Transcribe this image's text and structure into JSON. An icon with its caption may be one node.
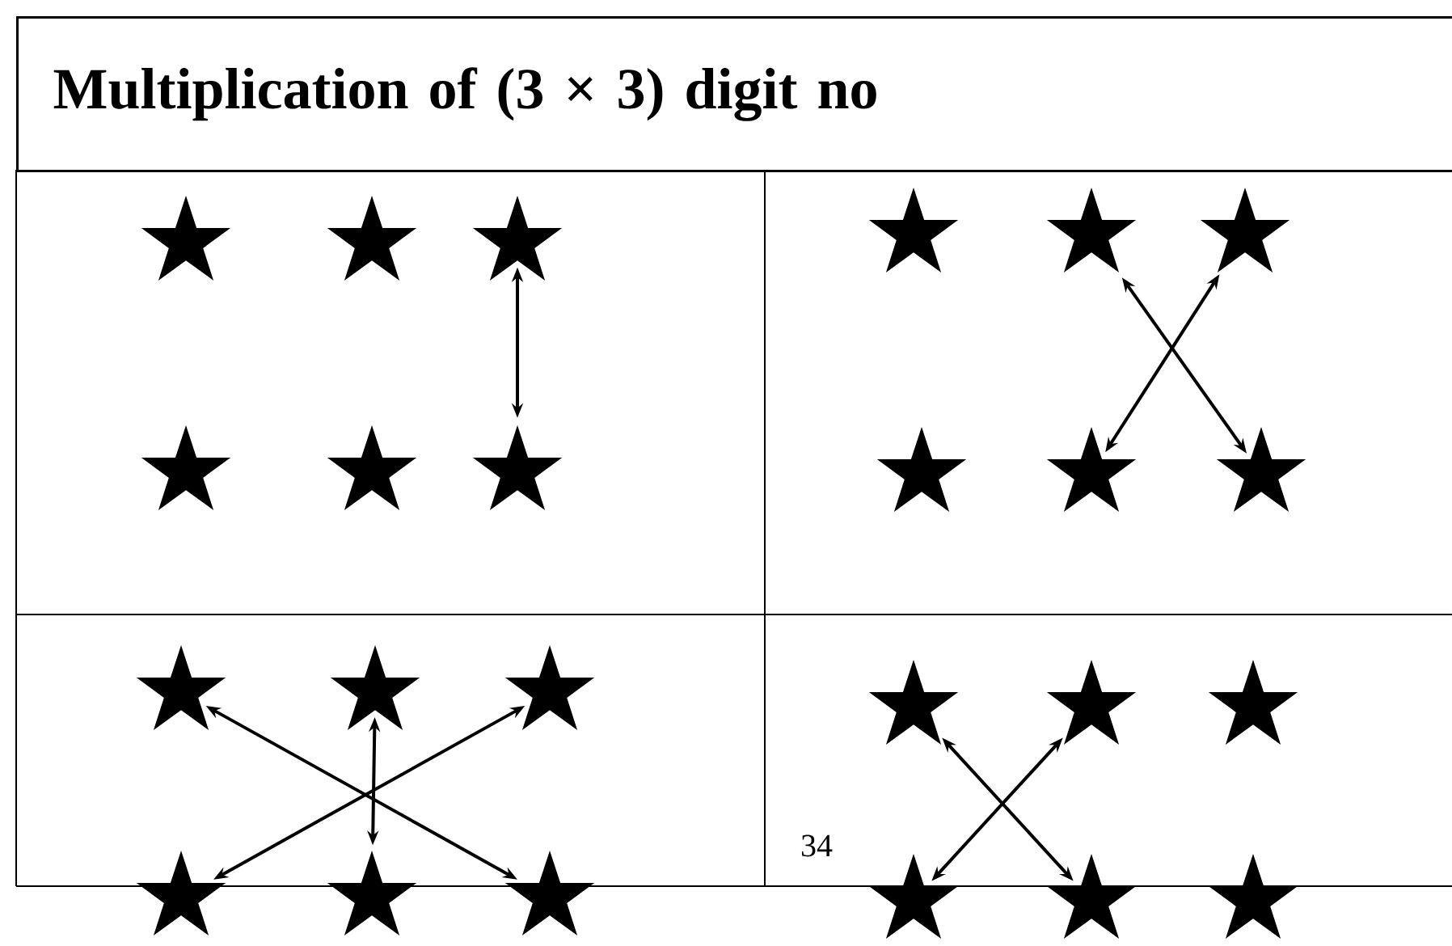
{
  "diagram": {
    "nodes": [
      {
        "text": [
          "Multiplication of (3 × 3) digit no"
        ]
      },
      {
        "text": [],
        "shape": "star"
      },
      {
        "text": [],
        "shape": "star"
      },
      {
        "text": [],
        "shape": "star"
      },
      {
        "text": [],
        "shape": "star"
      },
      {
        "text": [],
        "shape": "star"
      },
      {
        "text": [],
        "shape": "star"
      },
      {
        "text": [],
        "shape": "star"
      },
      {
        "text": [],
        "shape": "star"
      },
      {
        "text": [],
        "shape": "star"
      },
      {
        "text": [],
        "shape": "star"
      },
      {
        "text": [],
        "shape": "star"
      },
      {
        "text": [],
        "shape": "star"
      },
      {
        "text": [],
        "shape": "star"
      },
      {
        "text": [],
        "shape": "star"
      },
      {
        "text": [],
        "shape": "star"
      },
      {
        "text": [],
        "shape": "star"
      },
      {
        "text": [],
        "shape": "star"
      },
      {
        "text": [],
        "shape": "star"
      },
      {
        "text": [],
        "shape": "star"
      },
      {
        "text": [],
        "shape": "star"
      },
      {
        "text": [],
        "shape": "star"
      },
      {
        "text": [],
        "shape": "star"
      },
      {
        "text": [],
        "shape": "star"
      },
      {
        "text": [],
        "shape": "star"
      }
    ],
    "edges": [
      {
        "from": 3,
        "to": 6,
        "arrow": "both"
      },
      {
        "from": 8,
        "to": 12,
        "arrow": "both"
      },
      {
        "from": 9,
        "to": 11,
        "arrow": "both"
      },
      {
        "from": 13,
        "to": 18,
        "arrow": "both"
      },
      {
        "from": 15,
        "to": 16,
        "arrow": "both"
      },
      {
        "from": 14,
        "to": 17,
        "arrow": "both"
      },
      {
        "from": 19,
        "to": 23,
        "arrow": "both"
      },
      {
        "from": 20,
        "to": 22,
        "arrow": "both"
      }
    ],
    "labels": [
      "34"
    ]
  }
}
